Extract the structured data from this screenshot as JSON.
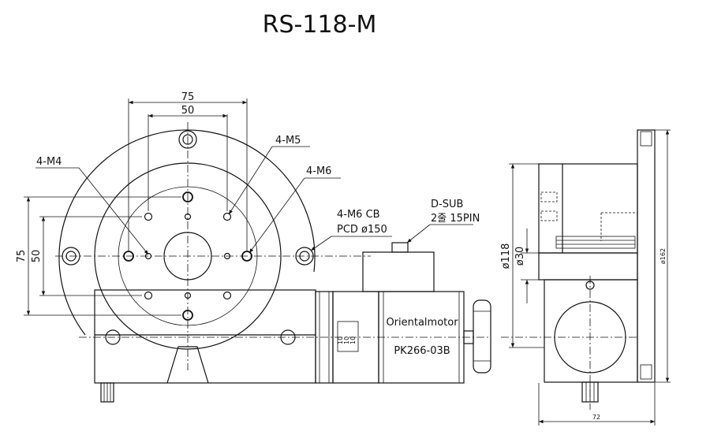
{
  "title": "RS-118-M",
  "dims_front": {
    "top_outer": "75",
    "top_inner": "50",
    "left_outer": "75",
    "left_inner": "50"
  },
  "callouts": {
    "m4": "4-M4",
    "m5": "4-M5",
    "m6": "4-M6",
    "m6cb": "4-M6 CB",
    "pcd": "PCD ø150",
    "dsub": "D-SUB",
    "pin": "2줄 15PIN"
  },
  "motor": {
    "brand": "Orientalmotor",
    "model": "PK266-03B"
  },
  "scale_ticks": [
    "10",
    "10",
    "10"
  ],
  "dims_side": {
    "d118": "ø118",
    "d30": "ø30",
    "d162": "ø162",
    "w72": "72"
  }
}
